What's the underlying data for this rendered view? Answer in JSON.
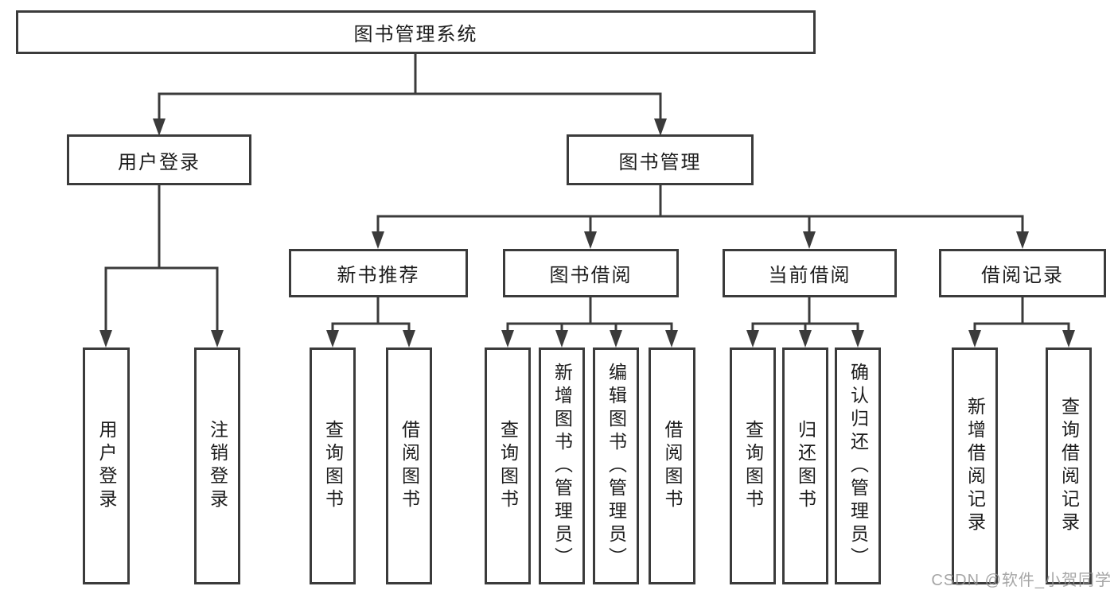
{
  "diagram": {
    "type": "hierarchy-tree",
    "direction": "top-down",
    "colors": {
      "line": "#3b3b3b",
      "box_border": "#3b3b3b",
      "box_fill": "#ffffff",
      "text": "#1c1c1c",
      "watermark": "#969696",
      "background": "#ffffff"
    },
    "tree": {
      "label": "图书管理系统",
      "children": [
        {
          "label": "用户登录",
          "children": [
            {
              "label": "用户登录"
            },
            {
              "label": "注销登录"
            }
          ]
        },
        {
          "label": "图书管理",
          "children": [
            {
              "label": "新书推荐",
              "children": [
                {
                  "label": "查询图书"
                },
                {
                  "label": "借阅图书"
                }
              ]
            },
            {
              "label": "图书借阅",
              "children": [
                {
                  "label": "查询图书"
                },
                {
                  "label": "新增图书（管理员）"
                },
                {
                  "label": "编辑图书（管理员）"
                },
                {
                  "label": "借阅图书"
                }
              ]
            },
            {
              "label": "当前借阅",
              "children": [
                {
                  "label": "查询图书"
                },
                {
                  "label": "归还图书"
                },
                {
                  "label": "确认归还（管理员）"
                }
              ]
            },
            {
              "label": "借阅记录",
              "children": [
                {
                  "label": "新增借阅记录"
                },
                {
                  "label": "查询借阅记录"
                }
              ]
            }
          ]
        }
      ]
    }
  },
  "watermark": {
    "text": "CSDN @软件_小贺同学"
  }
}
